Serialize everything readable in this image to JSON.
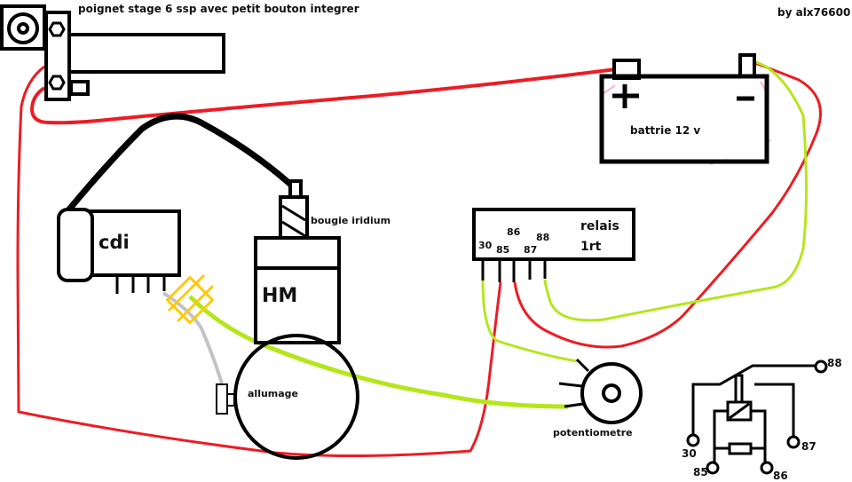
{
  "diagram": {
    "title": "poignet stage 6 ssp avec petit bouton integrer",
    "author": "by alx76600",
    "components": {
      "throttle": {
        "label": "poignet stage 6 ssp avec petit bouton integrer"
      },
      "battery": {
        "label": "battrie 12 v",
        "positive_symbol": "+",
        "negative_symbol": "−"
      },
      "cdi": {
        "label": "cdi"
      },
      "engine": {
        "label": "HM"
      },
      "spark_plug": {
        "label": "bougie iridium"
      },
      "ignition": {
        "label": "allumage"
      },
      "potentiometer": {
        "label": "potentiometre"
      },
      "relay": {
        "label_line1": "relais",
        "label_line2": "1rt",
        "pins": [
          "30",
          "85",
          "86",
          "87",
          "88"
        ]
      },
      "relay_schematic": {
        "pins": {
          "p88": "88",
          "p87": "87",
          "p30": "30",
          "p85": "85",
          "p86": "86"
        }
      }
    },
    "colors": {
      "outline": "#000000",
      "power_wire": "#ed1c24",
      "signal_wire": "#b5e61d",
      "ground_wire_gray": "#c3c3c3",
      "connector": "#ffc90e",
      "pink_wire": "#ffaec9"
    }
  }
}
